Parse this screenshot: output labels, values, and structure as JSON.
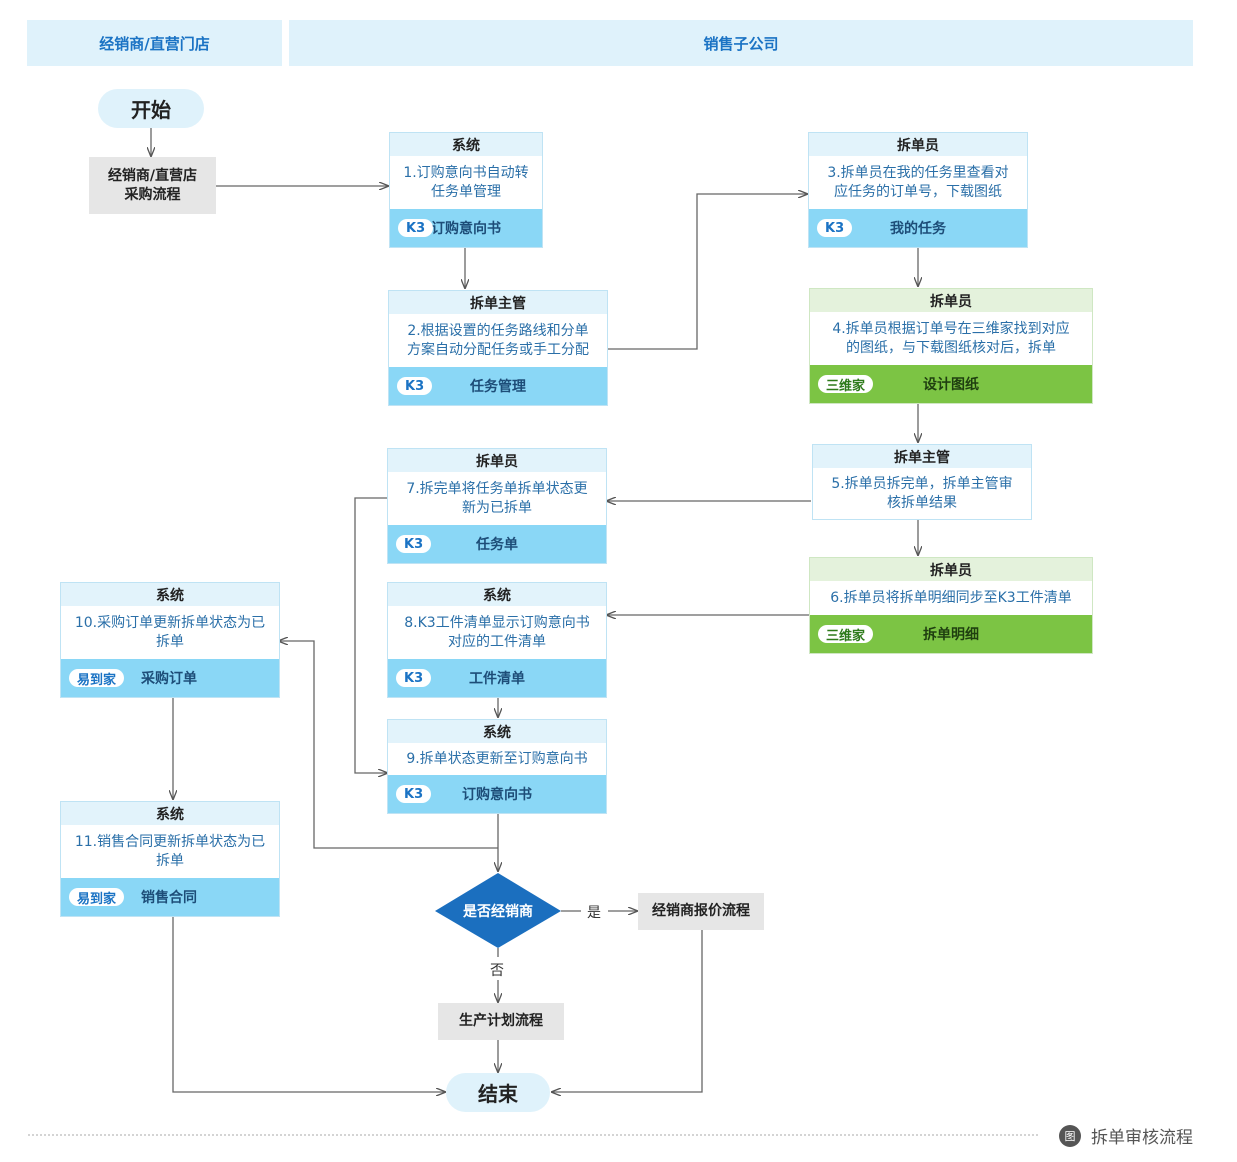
{
  "lanes": {
    "dealer": "经销商/直营门店",
    "subsidiary": "销售子公司"
  },
  "start": "开始",
  "end": "结束",
  "dealer_flow": "经销商/直营店\n采购流程",
  "cards": {
    "c1": {
      "role": "系统",
      "text": "1.订购意向书自动转\n任务单管理",
      "tag": "K3",
      "system": "订购意向书"
    },
    "c2": {
      "role": "拆单主管",
      "text": "2.根据设置的任务路线和分单\n方案自动分配任务或手工分配",
      "tag": "K3",
      "system": "任务管理"
    },
    "c3": {
      "role": "拆单员",
      "text": "3.拆单员在我的任务里查看对\n应任务的订单号，下载图纸",
      "tag": "K3",
      "system": "我的任务"
    },
    "c4": {
      "role": "拆单员",
      "text": "4.拆单员根据订单号在三维家找到对应\n的图纸，与下载图纸核对后，拆单",
      "tag": "三维家",
      "system": "设计图纸"
    },
    "c5": {
      "role": "拆单主管",
      "text": "5.拆单员拆完单，拆单主管审\n核拆单结果"
    },
    "c6": {
      "role": "拆单员",
      "text": "6.拆单员将拆单明细同步至K3工件清单",
      "tag": "三维家",
      "system": "拆单明细"
    },
    "c7": {
      "role": "拆单员",
      "text": "7.拆完单将任务单拆单状态更\n新为已拆单",
      "tag": "K3",
      "system": "任务单"
    },
    "c8": {
      "role": "系统",
      "text": "8.K3工件清单显示订购意向书\n对应的工件清单",
      "tag": "K3",
      "system": "工件清单"
    },
    "c9": {
      "role": "系统",
      "text": "9.拆单状态更新至订购意向书",
      "tag": "K3",
      "system": "订购意向书"
    },
    "c10": {
      "role": "系统",
      "text": "10.采购订单更新拆单状态为已\n拆单",
      "tag": "易到家",
      "system": "采购订单"
    },
    "c11": {
      "role": "系统",
      "text": "11.销售合同更新拆单状态为已\n拆单",
      "tag": "易到家",
      "system": "销售合同"
    }
  },
  "decision": {
    "text": "是否经销商",
    "yes": "是",
    "no": "否"
  },
  "quote_flow": "经销商报价流程",
  "production_flow": "生产计划流程",
  "caption": {
    "icon": "图",
    "text": "拆单审核流程"
  },
  "colors": {
    "lane_bg": "#dff2fb",
    "k3_footer": "#8ad7f6",
    "sanweijia_footer": "#7cc444",
    "decision": "#1b6fbf"
  }
}
